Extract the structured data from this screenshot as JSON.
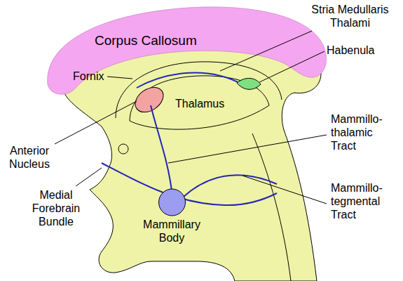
{
  "diagram": {
    "nodes": [
      {
        "text": [
          "Corpus Callosum"
        ]
      },
      {
        "text": [
          "Mammillary Body"
        ]
      }
    ],
    "labels": [
      "Stria Medullaris Thalami",
      "Habenula",
      "Fornix",
      "Thalamus",
      "Anterior Nucleus",
      "Mammillo- thalamic Tract",
      "Medial Forebrain Bundle",
      "Mammillo- tegmental Tract"
    ]
  }
}
